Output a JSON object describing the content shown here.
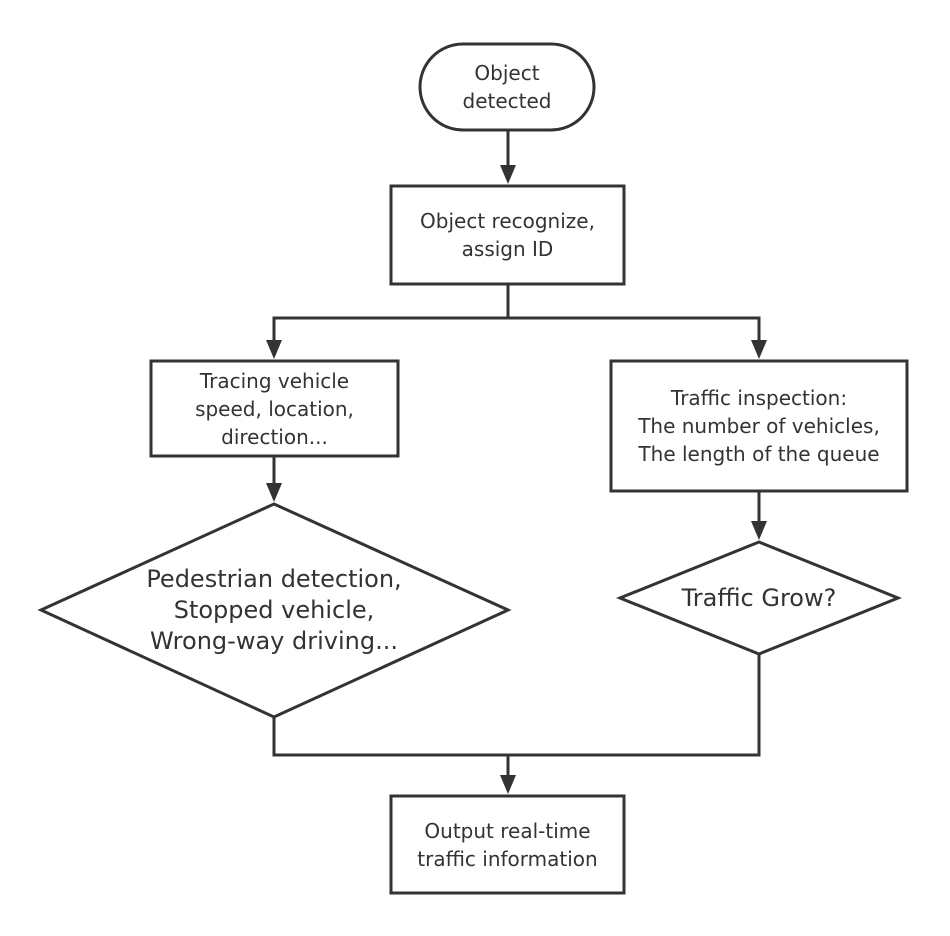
{
  "diagram": {
    "type": "flowchart",
    "stroke_color": "#333333",
    "nodes": [
      {
        "id": "object-detected",
        "shape": "terminal",
        "label": "Object\ndetected"
      },
      {
        "id": "object-recognize",
        "shape": "process",
        "label": "Object recognize,\nassign ID"
      },
      {
        "id": "tracing-vehicle",
        "shape": "process",
        "label": "Tracing vehicle\nspeed,  location,\ndirection..."
      },
      {
        "id": "traffic-inspection",
        "shape": "process",
        "label": "Traffic inspection:\nThe number of vehicles,\nThe length of the queue"
      },
      {
        "id": "pedestrian-detection",
        "shape": "decision",
        "label": "Pedestrian detection,\nStopped vehicle,\nWrong-way driving..."
      },
      {
        "id": "traffic-grow",
        "shape": "decision",
        "label": "Traffic Grow?"
      },
      {
        "id": "output-information",
        "shape": "process",
        "label": "Output real-time\ntraffic information"
      }
    ],
    "edges": [
      {
        "from": "object-detected",
        "to": "object-recognize"
      },
      {
        "from": "object-recognize",
        "to": "tracing-vehicle"
      },
      {
        "from": "object-recognize",
        "to": "traffic-inspection"
      },
      {
        "from": "tracing-vehicle",
        "to": "pedestrian-detection"
      },
      {
        "from": "traffic-inspection",
        "to": "traffic-grow"
      },
      {
        "from": "pedestrian-detection",
        "to": "output-information"
      },
      {
        "from": "traffic-grow",
        "to": "output-information"
      }
    ]
  }
}
